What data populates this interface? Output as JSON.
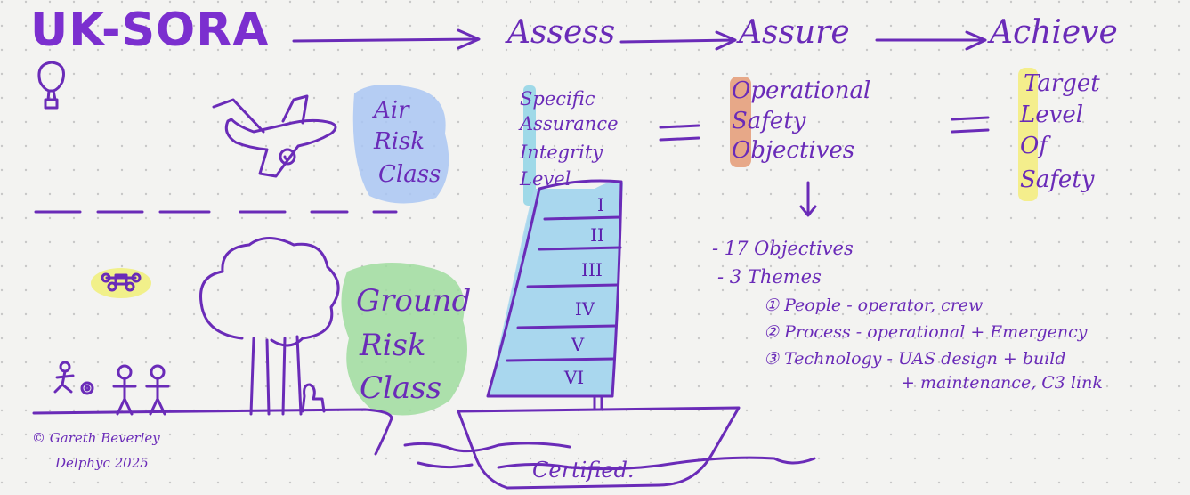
{
  "header": {
    "title": "UK-SORA",
    "stages": [
      "Assess",
      "Assure",
      "Achieve"
    ]
  },
  "air_risk": {
    "lines": [
      "Air",
      "Risk",
      "Class"
    ]
  },
  "ground_risk": {
    "lines": [
      "Ground",
      "Risk",
      "Class"
    ]
  },
  "sail": {
    "lines": [
      "Specific",
      "Assurance",
      "Integrity",
      "Level"
    ],
    "levels": [
      "I",
      "II",
      "III",
      "IV",
      "V",
      "VI"
    ]
  },
  "oso": {
    "lines": [
      "Operational",
      "Safety",
      "Objectives"
    ]
  },
  "tls": {
    "lines": [
      "Target",
      "Level",
      "Of",
      "Safety"
    ]
  },
  "details": {
    "objectives": "- 17 Objectives",
    "themes": "- 3 Themes",
    "theme_items": [
      "① People - operator, crew",
      "② Process - operational + Emergency",
      "③ Technology - UAS design + build",
      "+ maintenance, C3 link"
    ]
  },
  "boat_label": "Certified.",
  "credit": {
    "line1": "© Gareth Beverley",
    "line2": "Delphyc 2025"
  },
  "colors": {
    "ink": "#6a2bb8",
    "air_highlight": "#a9c6f3",
    "ground_highlight": "#9fdc9f",
    "sail_highlight": "#9fd9e8",
    "oso_highlight": "#e6a07c",
    "tls_highlight": "#f4ee8c",
    "drone_highlight": "#f1f08a"
  },
  "icons": [
    "hot-air-balloon-icon",
    "airplane-icon",
    "drone-icon",
    "tree-icon",
    "people-icon",
    "dog-icon",
    "sailboat-icon"
  ]
}
